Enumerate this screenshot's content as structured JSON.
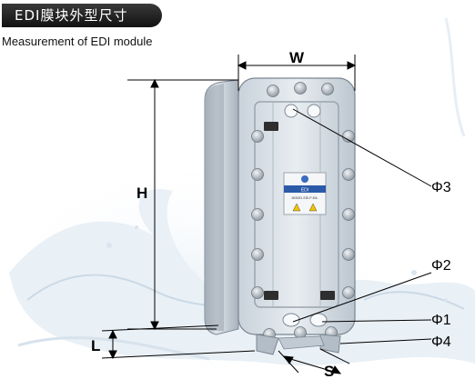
{
  "header": {
    "title": "EDI膜块外型尺寸",
    "subtitle": "Measurement of EDI module"
  },
  "dimensions": {
    "width_label": "W",
    "height_label": "H",
    "leg_label": "L",
    "spacing_label": "S"
  },
  "callouts": {
    "phi3": "Φ3",
    "phi2": "Φ2",
    "phi1": "Φ1",
    "phi4": "Φ4"
  },
  "nameplate": {
    "brand": "EDI",
    "model": "MODEL EDI-P-50L"
  },
  "colors": {
    "module_body": "#c8d2dc",
    "frame_plate": "#b7c3cf",
    "bolt": "#9aa4ae",
    "header_bg": "#1a1a1a",
    "water": "#cfdde9"
  }
}
